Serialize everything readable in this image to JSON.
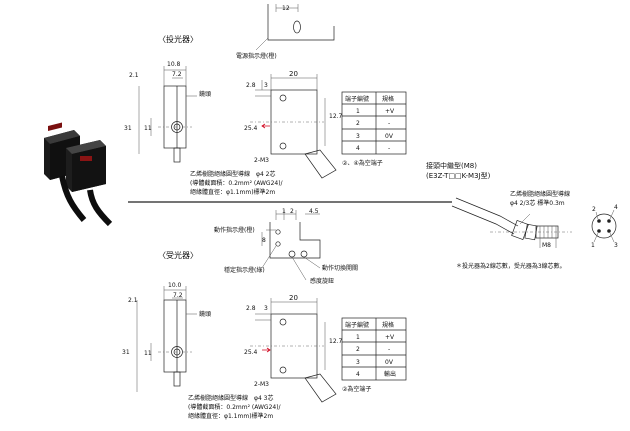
{
  "emitter": {
    "title": "〈投光器〉",
    "top_view": {
      "dim_width": "12"
    },
    "power_led_label": "電源指示燈(橙)",
    "side_view": {
      "dim_top": "10.8",
      "dim_72": "7.2",
      "dim_21": "2.1",
      "dim_31": "31",
      "dim_11": "11",
      "lens_label": "鏡頭"
    },
    "front_view": {
      "dim_28": "2.8",
      "dim_3": "3",
      "dim_20": "20",
      "dim_127": "12.7",
      "dim_254": "25.4",
      "hole_label": "2-M3"
    },
    "cable_note": [
      "乙烯樹脂絕緣圓型導線　φ4  2芯",
      "(導體截面積：0.2mm² (AWG24)/",
      "絕緣體直徑：φ1.1mm)標準2m"
    ],
    "terminal_table": {
      "headers": [
        "端子編號",
        "規格"
      ],
      "rows": [
        [
          "1",
          "+V"
        ],
        [
          "2",
          "-"
        ],
        [
          "3",
          "0V"
        ],
        [
          "4",
          "-"
        ]
      ],
      "note": "②、④為空端子"
    }
  },
  "receiver": {
    "title": "〈受光器〉",
    "top_labels": {
      "op_led": "動作指示燈(橙)",
      "stable_led": "穩定指示燈(綠)",
      "switch": "動作切換開關",
      "sensitivity": "感度旋鈕"
    },
    "top_dims": {
      "d1": "1",
      "d2": "2",
      "d45": "4.5",
      "d8": "8"
    },
    "side_view": {
      "dim_top": "10.0",
      "dim_72": "7.2",
      "dim_21": "2.1",
      "dim_31": "31",
      "dim_11": "11",
      "lens_label": "鏡頭"
    },
    "front_view": {
      "dim_28": "2.8",
      "dim_3": "3",
      "dim_20": "20",
      "dim_127": "12.7",
      "dim_254": "25.4",
      "hole_label": "2-M3"
    },
    "cable_note": [
      "乙烯樹脂絕緣圓型導線　φ4  3芯",
      "(導體截面積：0.2mm² (AWG24)/",
      "絕緣體直徑：φ1.1mm)標準2m"
    ],
    "terminal_table": {
      "headers": [
        "端子編號",
        "規格"
      ],
      "rows": [
        [
          "1",
          "+V"
        ],
        [
          "2",
          "-"
        ],
        [
          "3",
          "0V"
        ],
        [
          "4",
          "輸出"
        ]
      ],
      "note": "②為空端子"
    }
  },
  "connector": {
    "title": "接頭中繼型(M8)",
    "model": "(E3Z-T□□K-M3J型)",
    "cable_label": "乙烯樹脂絕緣圓型導線",
    "cable_spec": "φ4  2/3芯  標準0.3m",
    "thread_label": "M8",
    "pins": [
      "2",
      "4",
      "1",
      "3"
    ],
    "footnote": "＊投光器為2線芯數，受光器為3線芯數。"
  },
  "colors": {
    "arrow": "#d0021b",
    "line": "#222222",
    "sensor_body": "#1a1a1a"
  }
}
